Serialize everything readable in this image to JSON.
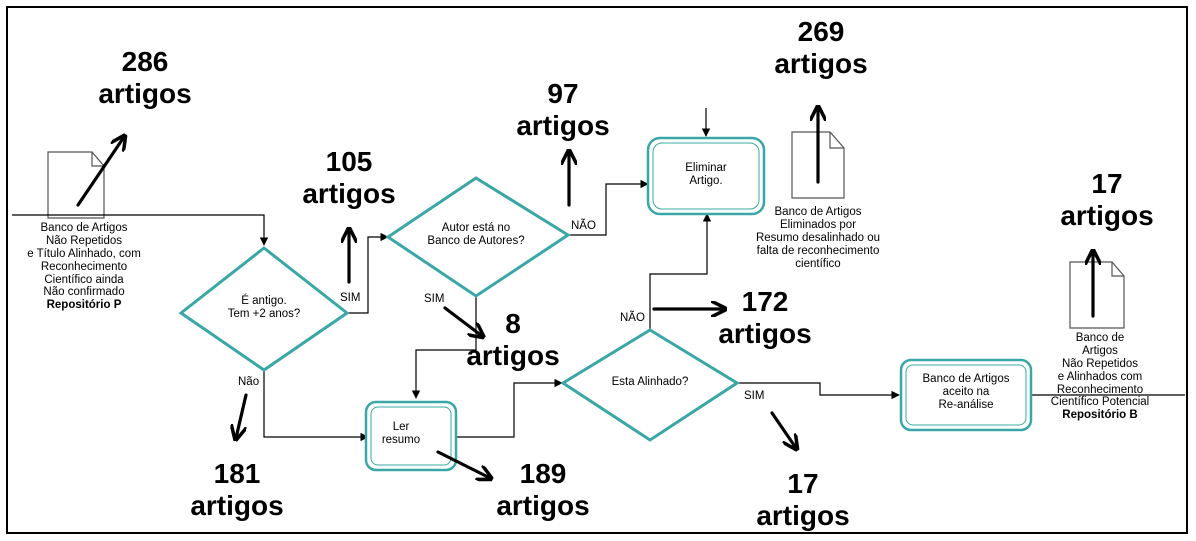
{
  "counts": {
    "c286": [
      "286",
      "artigos"
    ],
    "c105": [
      "105",
      "artigos"
    ],
    "c97": [
      "97",
      "artigos"
    ],
    "c269": [
      "269",
      "artigos"
    ],
    "c17_right": [
      "17",
      "artigos"
    ],
    "c8": [
      "8",
      "artigos"
    ],
    "c172": [
      "172",
      "artigos"
    ],
    "c181": [
      "181",
      "artigos"
    ],
    "c189": [
      "189",
      "artigos"
    ],
    "c17_bottom": [
      "17",
      "artigos"
    ]
  },
  "docs": {
    "repo_p": [
      "Banco de Artigos",
      "Não Repetidos",
      "e Título Alinhado, com",
      "Reconhecimento",
      "Científico ainda",
      "Não confirmado",
      "Repositório P"
    ],
    "eliminated": [
      "Banco de Artigos",
      "Eliminados por",
      "Resumo desalinhado ou",
      "falta de reconhecimento",
      "científico"
    ],
    "repo_b": [
      "Banco de",
      "Artigos",
      "Não Repetidos",
      "e Alinhados com",
      "Reconhecimento",
      "Científico Potencial",
      "Repositório B"
    ]
  },
  "decisions": {
    "old": [
      "É antigo.",
      "Tem  +2 anos?"
    ],
    "author": [
      "Autor está no",
      "Banco de Autores?"
    ],
    "aligned": [
      "Esta Alinhado?"
    ]
  },
  "processes": {
    "eliminate": [
      "Eliminar",
      "Artigo."
    ],
    "read": [
      "Ler",
      "resumo"
    ],
    "accepted": [
      "Banco de Artigos",
      "aceito na",
      "Re-análise"
    ]
  },
  "edge_labels": {
    "sim_old": "SIM",
    "nao_old": "Não",
    "sim_author": "SIM",
    "nao_author": "NÃO",
    "nao_aligned": "NÃO",
    "sim_aligned": "SIM"
  },
  "colors": {
    "shape_stroke": "#3aa7a7",
    "line": "#000000"
  }
}
